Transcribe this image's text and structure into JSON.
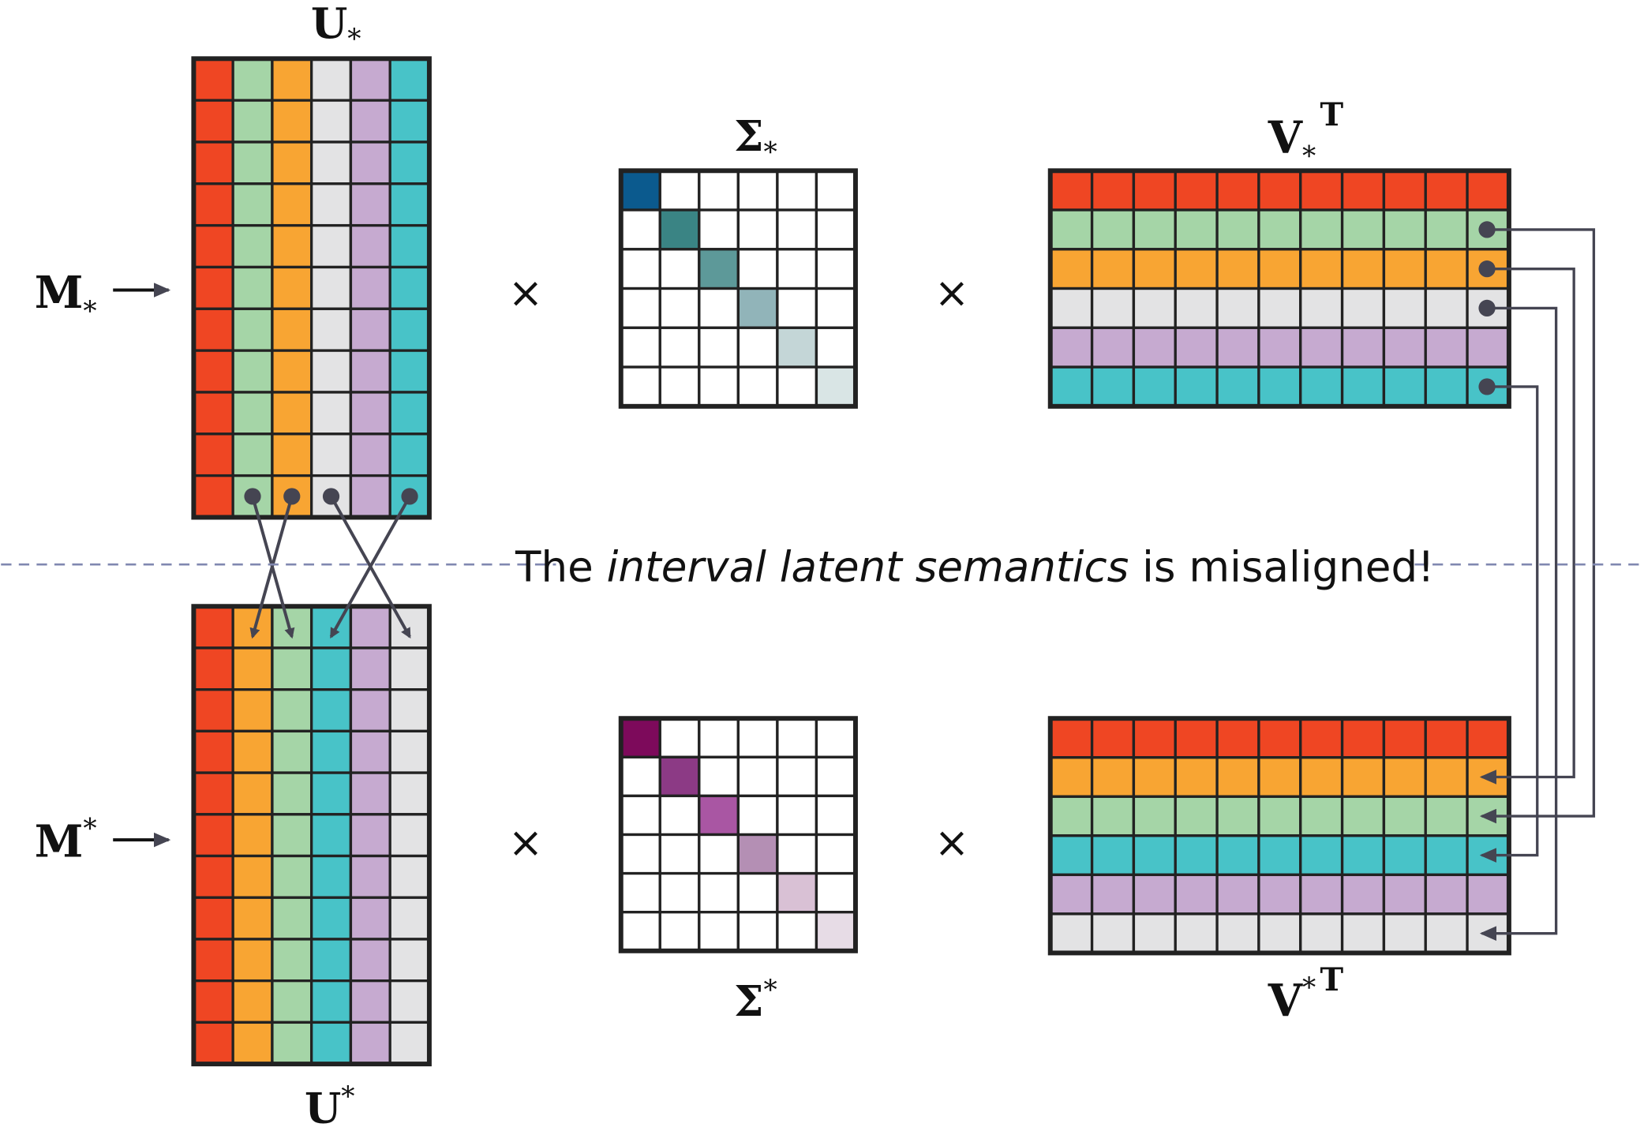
{
  "colors": {
    "red": "#EF4623",
    "green": "#A5D5A7",
    "orange": "#F8A533",
    "grey": "#E3E3E4",
    "purple": "#C6AAD0",
    "teal": "#48C3C8",
    "grid": "#222222",
    "connector": "#454552",
    "dashed": "#8088B0"
  },
  "top": {
    "m_label": {
      "base": "M",
      "mark": "*"
    },
    "u_label": {
      "base": "U",
      "mark": "*"
    },
    "sigma_label": {
      "base": "Σ",
      "mark": "*"
    },
    "v_label": {
      "base": "V",
      "mark": "*",
      "sup": "T"
    },
    "u_columns": [
      "red",
      "green",
      "orange",
      "grey",
      "purple",
      "teal"
    ],
    "u_rows": 11,
    "sigma_diag": [
      "#0B5A8E",
      "#3A8484",
      "#5D9999",
      "#91B4B9",
      "#C4D6D7",
      "#D9E5E5"
    ],
    "v_rows": [
      "red",
      "green",
      "orange",
      "grey",
      "purple",
      "teal"
    ],
    "v_cols": 11
  },
  "bottom": {
    "m_label": {
      "base": "M",
      "mark": "*"
    },
    "u_label": {
      "base": "U",
      "mark": "*"
    },
    "sigma_label": {
      "base": "Σ",
      "mark": "*"
    },
    "v_label": {
      "base": "V",
      "mark": "*",
      "sup": "T"
    },
    "u_columns": [
      "red",
      "orange",
      "green",
      "teal",
      "purple",
      "grey"
    ],
    "u_rows": 11,
    "sigma_diag": [
      "#7D0A5B",
      "#8C3A85",
      "#A956A3",
      "#B48FB4",
      "#D9C1D5",
      "#E7DCE6"
    ],
    "v_rows": [
      "red",
      "orange",
      "green",
      "teal",
      "purple",
      "grey"
    ],
    "v_cols": 11
  },
  "operators": {
    "times": "×"
  },
  "caption": {
    "pre": "The ",
    "emph": "interval latent semantics",
    "post": " is misaligned!"
  }
}
